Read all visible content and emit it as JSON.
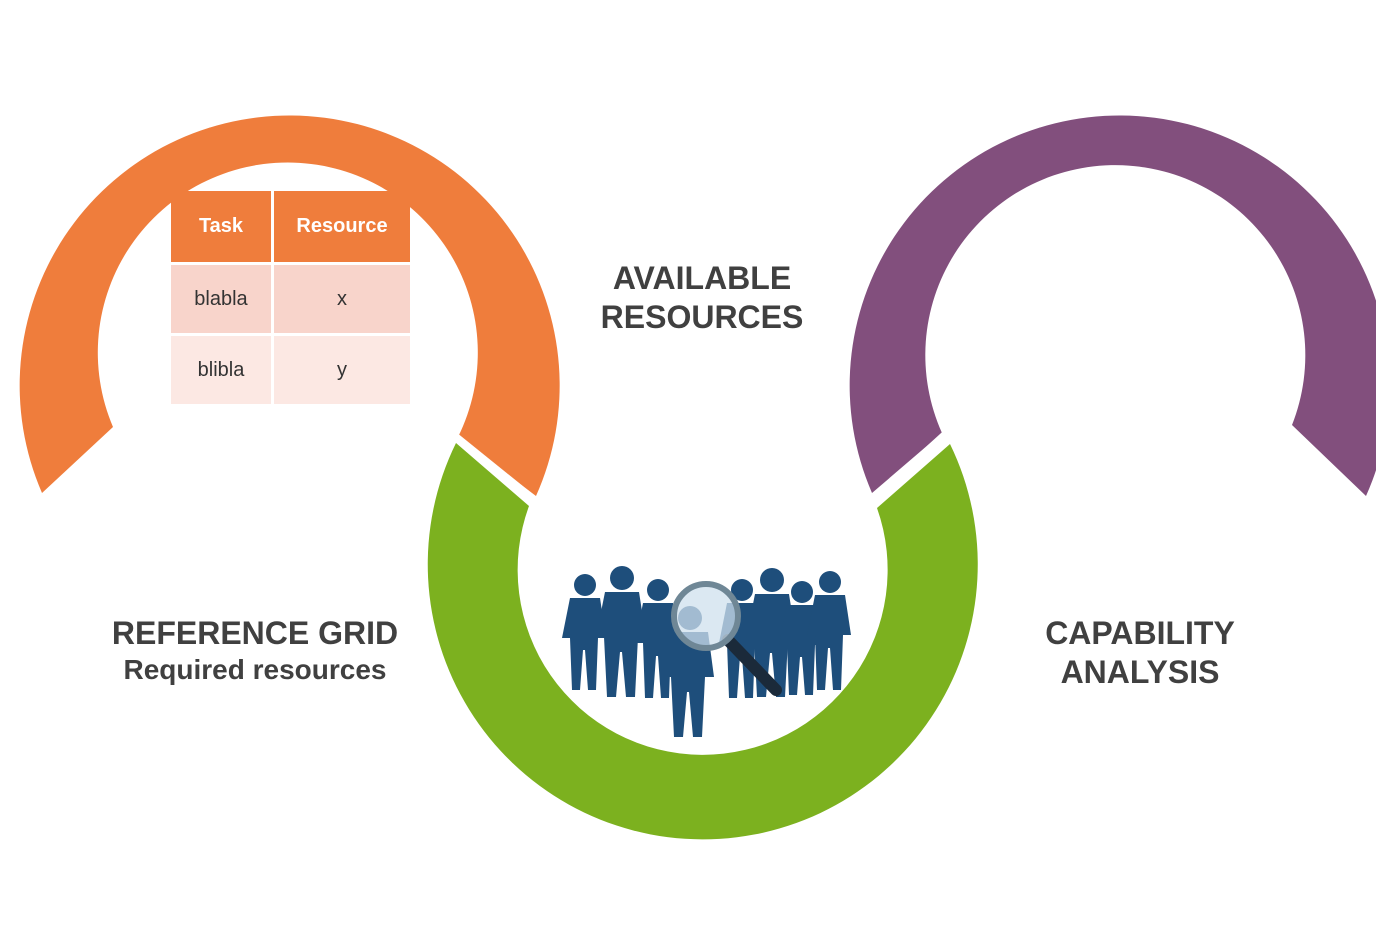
{
  "colors": {
    "step1": "#ef7d3c",
    "step2": "#7cb11f",
    "step3": "#824f7d",
    "text": "#404040",
    "people": "#1e4e7b",
    "table_header": "#ef7d3c",
    "table_row_1": "#f8d4cb",
    "table_row_2": "#fce8e3"
  },
  "steps": [
    {
      "title": "Step 1"
    },
    {
      "title": "Step 2"
    },
    {
      "title": "Step 3"
    }
  ],
  "labels": {
    "available_resources": [
      "AVAILABLE",
      "RESOURCES"
    ],
    "reference_grid": [
      "REFERENCE GRID",
      "Required resources"
    ],
    "capability_analysis": [
      "CAPABILITY",
      "ANALYSIS"
    ]
  },
  "table": {
    "headers": [
      "Task",
      "Resource"
    ],
    "rows": [
      [
        "blabla",
        "x"
      ],
      [
        "blibla",
        "y"
      ]
    ]
  },
  "icons": {
    "people": "people-silhouettes-icon",
    "magnifier": "magnifying-glass-icon"
  }
}
